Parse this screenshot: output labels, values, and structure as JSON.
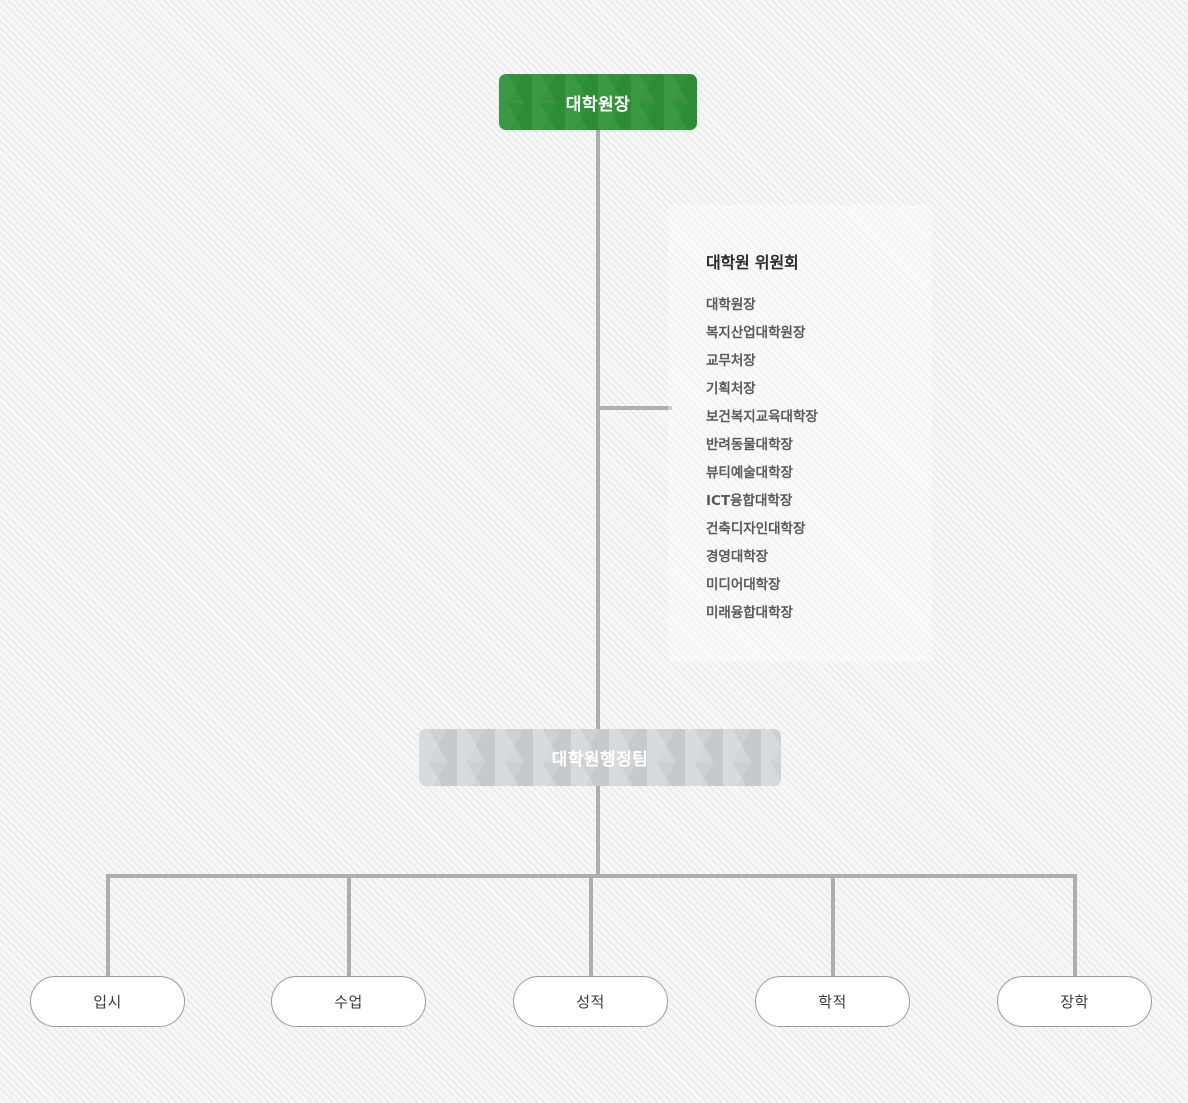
{
  "org_chart": {
    "root": {
      "label": "대학원장"
    },
    "committee": {
      "title": "대학원 위원회",
      "members": [
        "대학원장",
        "복지산업대학원장",
        "교무처장",
        "기획처장",
        "보건복지교육대학장",
        "반려동물대학장",
        "뷰티예술대학장",
        "ICT융합대학장",
        "건축디자인대학장",
        "경영대학장",
        "미디어대학장",
        "미래융합대학장"
      ]
    },
    "admin_team": {
      "label": "대학원행정팀"
    },
    "departments": [
      {
        "label": "입시"
      },
      {
        "label": "수업"
      },
      {
        "label": "성적"
      },
      {
        "label": "학적"
      },
      {
        "label": "장학"
      }
    ],
    "colors": {
      "root_background": "#2f9338",
      "admin_background": "#cdd1d4",
      "connector": "#aeaeae",
      "leaf_border": "#9b9b9b",
      "page_background": "#f4f4f4"
    }
  }
}
